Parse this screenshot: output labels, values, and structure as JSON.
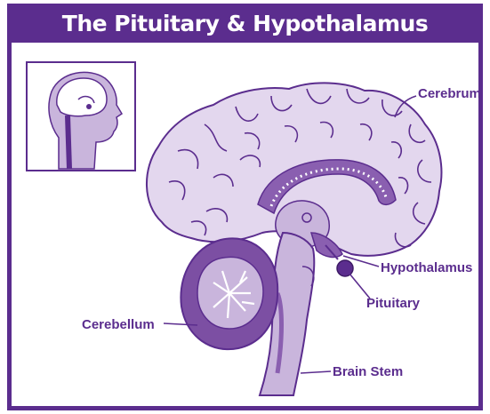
{
  "title": "The Pituitary & Hypothalamus",
  "labels": {
    "cerebrum": "Cerebrum",
    "hypothalamus": "Hypothalamus",
    "pituitary": "Pituitary",
    "cerebellum": "Cerebellum",
    "brain_stem": "Brain Stem"
  },
  "colors": {
    "brand": "#5b2d8e",
    "brain_light": "#e3d7ee",
    "brain_mid": "#c9b5dc",
    "brain_dark": "#8a5fb0",
    "cerebellum": "#7c4fa3"
  },
  "icons": {
    "inset": "head-profile-icon"
  }
}
